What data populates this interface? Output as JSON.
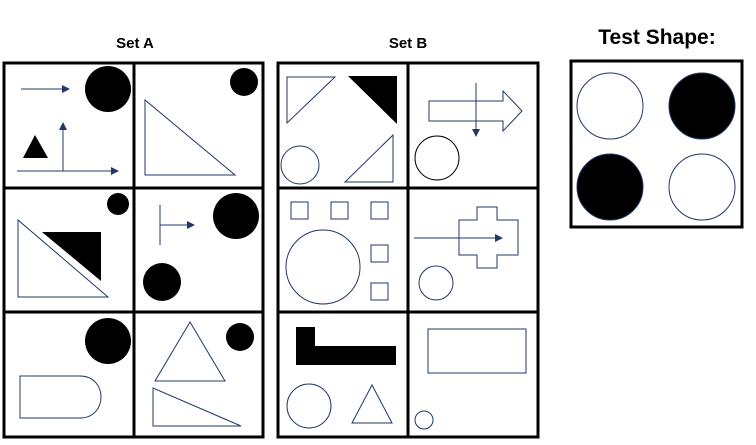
{
  "sets": [
    {
      "title": "Set A"
    },
    {
      "title": "Set B"
    }
  ],
  "test": {
    "title": "Test Shape:"
  },
  "colors": {
    "outline": "#1F3864",
    "fill": "#000000",
    "frame": "#000000",
    "background": "#ffffff"
  }
}
